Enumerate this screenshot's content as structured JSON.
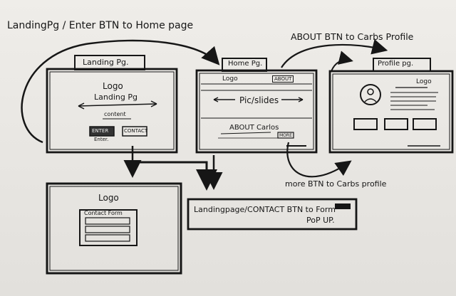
{
  "notes": {
    "top_left": "LandingPg / Enter BTN to Home page",
    "about": "ABOUT BTN to Carbs Profile",
    "more": "more BTN to Carbs profile",
    "contact": "Landingpage/CONTACT BTN to Form",
    "popup": "PoP UP."
  },
  "frames": {
    "landing": {
      "tab": "Landing Pg.",
      "logo": "Logo",
      "title": "Landing Pg",
      "content": "content",
      "btn_enter": "ENTER",
      "btn_contact": "CONTACT",
      "enter_note": "Enter."
    },
    "home": {
      "tab": "Home Pg.",
      "logo": "Logo",
      "about_btn": "ABOUT",
      "slides": "Pic/slides",
      "about": "ABOUT Carlos",
      "more": "MORE"
    },
    "profile": {
      "tab": "Profile pg.",
      "logo": "Logo"
    },
    "form": {
      "logo": "Logo",
      "title": "Contact Form"
    }
  }
}
